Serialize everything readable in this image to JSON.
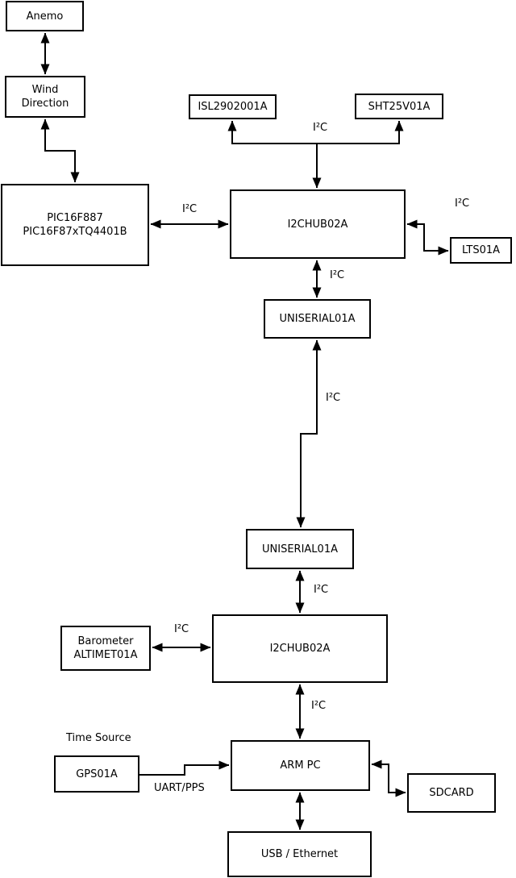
{
  "colors": {
    "background": "#ffffff",
    "stroke": "#000000",
    "box_fill": "#ffffff",
    "text": "#000000"
  },
  "nodes": {
    "anemo": {
      "label": "Anemo"
    },
    "wind_direction": {
      "label": "Wind\nDirection"
    },
    "pic": {
      "label": "PIC16F887\nPIC16F87xTQ4401B"
    },
    "isl": {
      "label": "ISL2902001A"
    },
    "sht": {
      "label": "SHT25V01A"
    },
    "hub1": {
      "label": "I2CHUB02A"
    },
    "lts": {
      "label": "LTS01A"
    },
    "uniserial1": {
      "label": "UNISERIAL01A"
    },
    "uniserial2": {
      "label": "UNISERIAL01A"
    },
    "hub2": {
      "label": "I2CHUB02A"
    },
    "barometer": {
      "label": "Barometer\nALTIMET01A"
    },
    "gps": {
      "label": "GPS01A"
    },
    "arm_pc": {
      "label": "ARM PC"
    },
    "sdcard": {
      "label": "SDCARD"
    },
    "usb_ethernet": {
      "label": "USB / Ethernet"
    }
  },
  "labels": {
    "i2c": "I²C",
    "time_source": "Time Source",
    "uart_pps": "UART/PPS"
  },
  "connections": [
    {
      "from": "anemo",
      "to": "wind_direction",
      "bidirectional": true,
      "label": ""
    },
    {
      "from": "wind_direction",
      "to": "pic",
      "bidirectional": true,
      "label": ""
    },
    {
      "from": "pic",
      "to": "hub1",
      "bidirectional": true,
      "label": "I²C"
    },
    {
      "from": "hub1",
      "to": "isl",
      "bidirectional": false,
      "label": "I²C"
    },
    {
      "from": "hub1",
      "to": "sht",
      "bidirectional": false,
      "label": "I²C"
    },
    {
      "from": "hub1",
      "to": "lts",
      "bidirectional": true,
      "label": "I²C"
    },
    {
      "from": "hub1",
      "to": "uniserial1",
      "bidirectional": true,
      "label": "I²C"
    },
    {
      "from": "uniserial1",
      "to": "uniserial2",
      "bidirectional": true,
      "label": "I²C"
    },
    {
      "from": "uniserial2",
      "to": "hub2",
      "bidirectional": true,
      "label": "I²C"
    },
    {
      "from": "hub2",
      "to": "barometer",
      "bidirectional": true,
      "label": "I²C"
    },
    {
      "from": "hub2",
      "to": "arm_pc",
      "bidirectional": true,
      "label": "I²C"
    },
    {
      "from": "gps",
      "to": "arm_pc",
      "bidirectional": false,
      "label": "UART/PPS"
    },
    {
      "from": "arm_pc",
      "to": "sdcard",
      "bidirectional": true,
      "label": ""
    },
    {
      "from": "arm_pc",
      "to": "usb_ethernet",
      "bidirectional": true,
      "label": ""
    }
  ]
}
